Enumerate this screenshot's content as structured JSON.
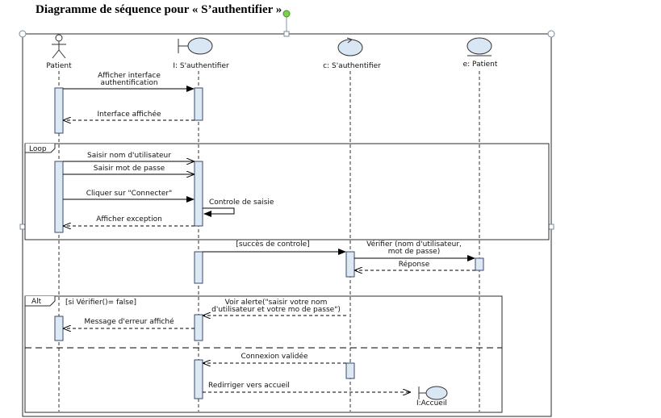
{
  "title": "Diagramme de séquence pour « S’authentifier »",
  "lifelines": {
    "actor": "Patient",
    "boundary": "I: S'authentifier",
    "control": "c: S'authentifier",
    "entity": "e: Patient"
  },
  "fragments": {
    "loop_label": "Loop",
    "alt_label": "Alt",
    "alt_guard": "[si Vérifier()= false]"
  },
  "messages": {
    "m1_line1": "Afficher interface",
    "m1_line2": "authentification",
    "m2": "Interface affichée",
    "m3": "Saisir nom d'utilisateur",
    "m4": "Saisir mot de passe",
    "m5": "Cliquer sur \"Connecter\"",
    "m6": "Controle de saisie",
    "m7": "Afficher exception",
    "m8": "[succès de controle]",
    "m9_line1": "Vérifier (nom d'utilisateur,",
    "m9_line2": "mot de passe)",
    "m10": "Réponse",
    "m11_line1": "Voir alerte(\"saisir votre nom",
    "m11_line2": "d'utilisateur et votre mo de passe\")",
    "m12": "Message d'erreur affiché",
    "m13": "Connexion validée",
    "m14": "Redirriger vers accueil",
    "m15": "I:Accueil"
  },
  "colors": {
    "activation_fill": "#dde8f5",
    "shape_fill": "#d9e6f4",
    "selection_handle_active": "#7bd14a"
  }
}
